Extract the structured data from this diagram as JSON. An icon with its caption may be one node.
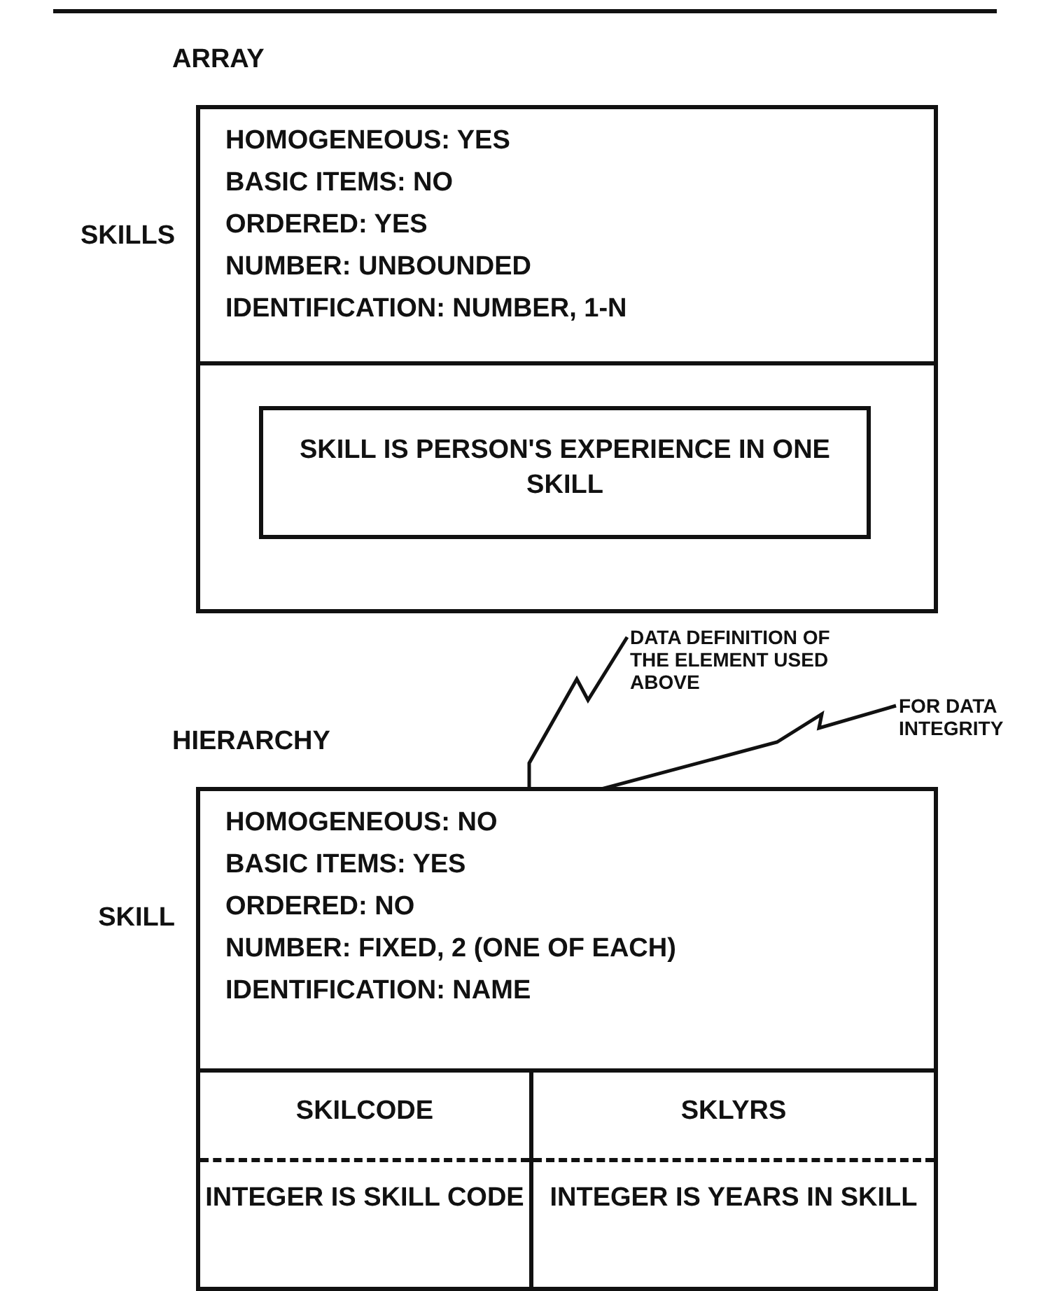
{
  "diagram": {
    "nodes": [
      {
        "text": [
          "ARRAY",
          "HOMOGENEOUS: YES",
          "BASIC ITEMS: NO",
          "ORDERED: YES",
          "NUMBER: UNBOUNDED",
          "IDENTIFICATION: NUMBER, 1-N"
        ],
        "beside": [
          "SKILLS"
        ]
      },
      {
        "text": [
          "SKILL IS PERSON'S EXPERIENCE IN ONE SKILL"
        ],
        "in": 0
      },
      {
        "text": [
          "DATA DEFINITION OF THE ELEMENT USED ABOVE"
        ]
      },
      {
        "text": [
          "FOR DATA INTEGRITY"
        ]
      },
      {
        "text": [
          "HIERARCHY",
          "HOMOGENEOUS: NO",
          "BASIC ITEMS: YES",
          "ORDERED: NO",
          "NUMBER: FIXED, 2 (ONE OF EACH)",
          "IDENTIFICATION: NAME"
        ],
        "beside": [
          "SKILL"
        ]
      },
      {
        "text": [
          "SKILCODE",
          "INTEGER IS SKILL CODE"
        ],
        "in": 4
      },
      {
        "text": [
          "SKLYRS",
          "INTEGER IS YEARS IN SKILL"
        ],
        "in": 4
      }
    ],
    "edges": [
      {
        "from": 2,
        "to": 4,
        "arrow": "none"
      },
      {
        "from": 3,
        "to": 4,
        "arrow": "none"
      }
    ]
  }
}
